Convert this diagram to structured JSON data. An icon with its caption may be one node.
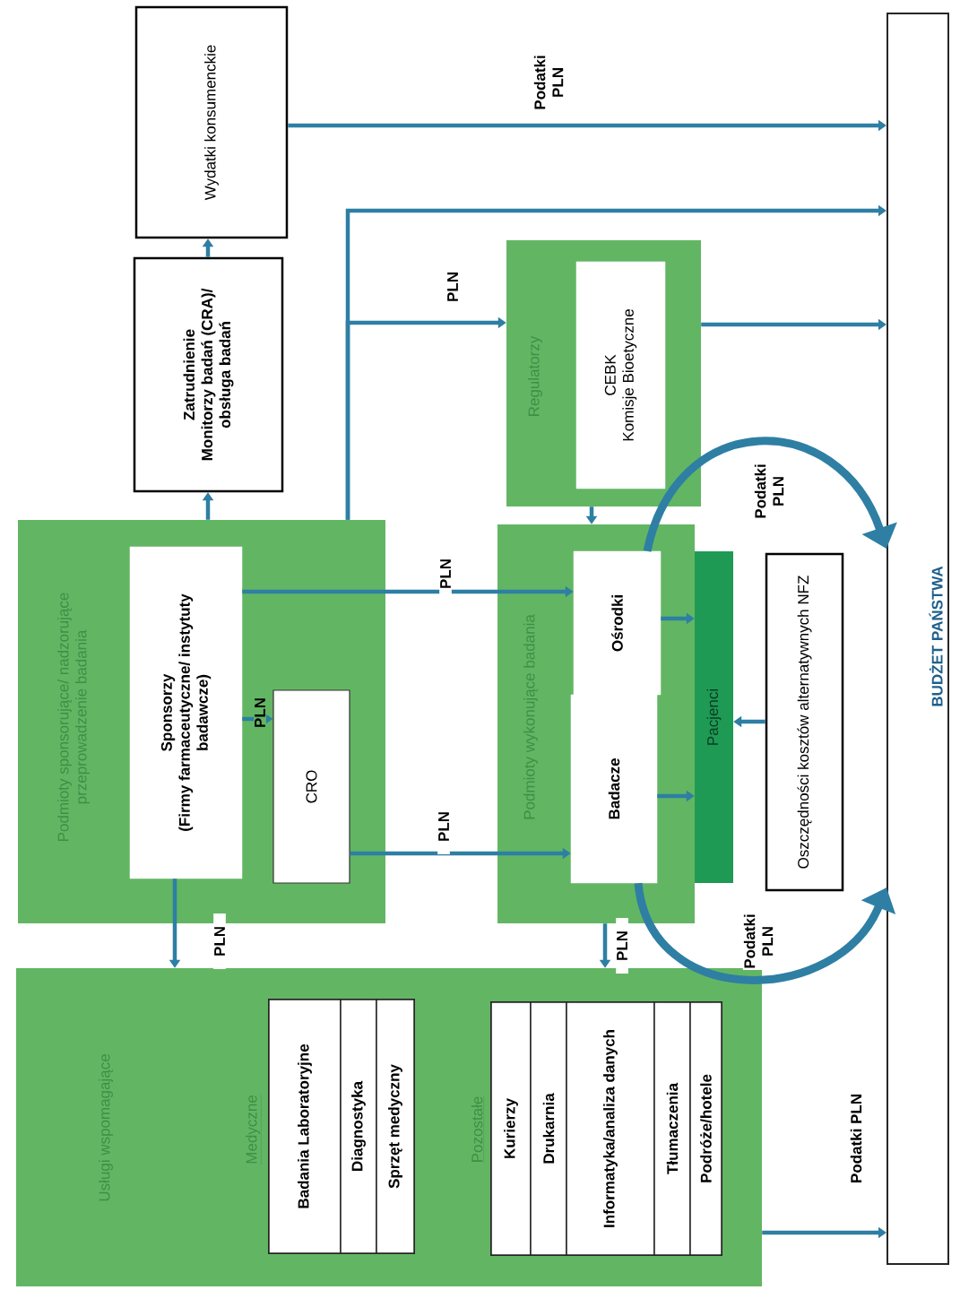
{
  "diagram": {
    "nodes": [
      {
        "text": [
          "Wydatki konsumenckie"
        ]
      },
      {
        "text": [
          "Zatrudnienie",
          "Monitorzy badań (CRA)/ obsługa badań"
        ]
      },
      {
        "text": [
          "Podmioty sponsorujące/ nadzorujące przeprowadzenie badania"
        ]
      },
      {
        "text": [
          "Sponsorzy",
          "(Firmy farmaceutyczne/ instytuty badawcze)"
        ],
        "in": 2
      },
      {
        "text": [
          "CRO"
        ],
        "in": 2
      },
      {
        "text": [
          "Regulatorzy"
        ]
      },
      {
        "text": [
          "CEBK",
          "Komisje Bioetyczne"
        ],
        "in": 5
      },
      {
        "text": [
          "Podmioty wykonujące badania"
        ]
      },
      {
        "text": [
          "Ośrodki"
        ],
        "in": 7
      },
      {
        "text": [
          "Badacze"
        ],
        "in": 7
      },
      {
        "text": [
          "Pacjenci"
        ]
      },
      {
        "text": [
          "Oszczędności kosztów alternatywnych NFZ"
        ]
      },
      {
        "text": [
          "BUDŻET PAŃSTWA"
        ]
      },
      {
        "text": [
          "Usługi wspomagające"
        ]
      },
      {
        "text": [
          "Medyczne"
        ],
        "in": 13
      },
      {
        "text": [
          "Badania Laboratoryjne"
        ],
        "in": 14
      },
      {
        "text": [
          "Diagnostyka"
        ],
        "in": 14
      },
      {
        "text": [
          "Sprzęt medyczny"
        ],
        "in": 14
      },
      {
        "text": [
          "Pozostałe"
        ],
        "in": 13
      },
      {
        "text": [
          "Kurierzy"
        ],
        "in": 18
      },
      {
        "text": [
          "Drukarnia"
        ],
        "in": 18
      },
      {
        "text": [
          "Informatyka/analiza danych"
        ],
        "in": 18
      },
      {
        "text": [
          "Tłumaczenia"
        ],
        "in": 18
      },
      {
        "text": [
          "Podróże/hotele"
        ],
        "in": 18
      }
    ],
    "edges": [
      {
        "from": 1,
        "to": 0,
        "arrow": "to"
      },
      {
        "from": 2,
        "to": 1,
        "arrow": "to"
      },
      {
        "from": 0,
        "to": 12,
        "arrow": "to",
        "label": "Podatki PLN"
      },
      {
        "from": 2,
        "to": 12,
        "arrow": "to"
      },
      {
        "from": 2,
        "to": 5,
        "arrow": "to",
        "label": "PLN"
      },
      {
        "from": 5,
        "to": 12,
        "arrow": "to"
      },
      {
        "from": 5,
        "to": 7,
        "arrow": "to"
      },
      {
        "from": 3,
        "to": 8,
        "arrow": "to",
        "label": "PLN"
      },
      {
        "from": 3,
        "to": 4,
        "arrow": "to",
        "label": "PLN"
      },
      {
        "from": 4,
        "to": 9,
        "arrow": "to",
        "label": "PLN"
      },
      {
        "from": 8,
        "to": 10,
        "arrow": "to"
      },
      {
        "from": 9,
        "to": 10,
        "arrow": "to"
      },
      {
        "from": 11,
        "to": 10,
        "arrow": "to"
      },
      {
        "from": 8,
        "to": 12,
        "arrow": "to",
        "style": "thick",
        "label": "Podatki PLN"
      },
      {
        "from": 9,
        "to": 12,
        "arrow": "to",
        "style": "thick",
        "label": "Podatki PLN"
      },
      {
        "from": 3,
        "to": 13,
        "arrow": "to",
        "label": "PLN"
      },
      {
        "from": 7,
        "to": 13,
        "arrow": "to",
        "label": "PLN"
      },
      {
        "from": 13,
        "to": 12,
        "arrow": "to",
        "label": "Podatki PLN"
      }
    ]
  }
}
